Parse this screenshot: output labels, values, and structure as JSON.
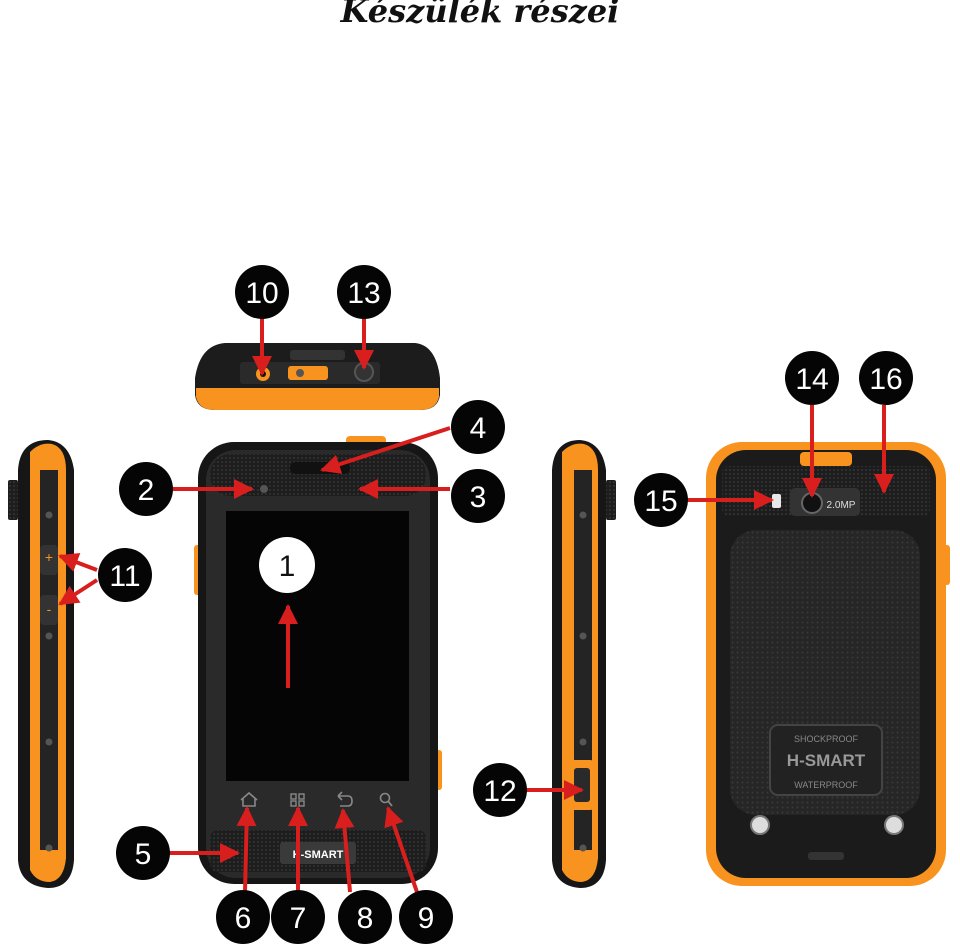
{
  "title": "Készülék részei",
  "brand": "H-SMART",
  "back_texts": {
    "camera": "2.0MP",
    "shockproof": "SHOCKPROOF",
    "waterproof": "WATERPROOF"
  },
  "colors": {
    "accent_orange": "#f7931e",
    "body_black": "#1b1b1b",
    "callout_red": "#d91e1e",
    "marker_black": "#050505"
  },
  "icons": [
    "home-icon",
    "menu-icon",
    "back-icon",
    "search-icon"
  ],
  "callouts": [
    {
      "id": "1",
      "label": "1"
    },
    {
      "id": "2",
      "label": "2"
    },
    {
      "id": "3",
      "label": "3"
    },
    {
      "id": "4",
      "label": "4"
    },
    {
      "id": "5",
      "label": "5"
    },
    {
      "id": "6",
      "label": "6"
    },
    {
      "id": "7",
      "label": "7"
    },
    {
      "id": "8",
      "label": "8"
    },
    {
      "id": "9",
      "label": "9"
    },
    {
      "id": "10",
      "label": "10"
    },
    {
      "id": "11",
      "label": "11"
    },
    {
      "id": "12",
      "label": "12"
    },
    {
      "id": "13",
      "label": "13"
    },
    {
      "id": "14",
      "label": "14"
    },
    {
      "id": "15",
      "label": "15"
    },
    {
      "id": "16",
      "label": "16"
    }
  ]
}
